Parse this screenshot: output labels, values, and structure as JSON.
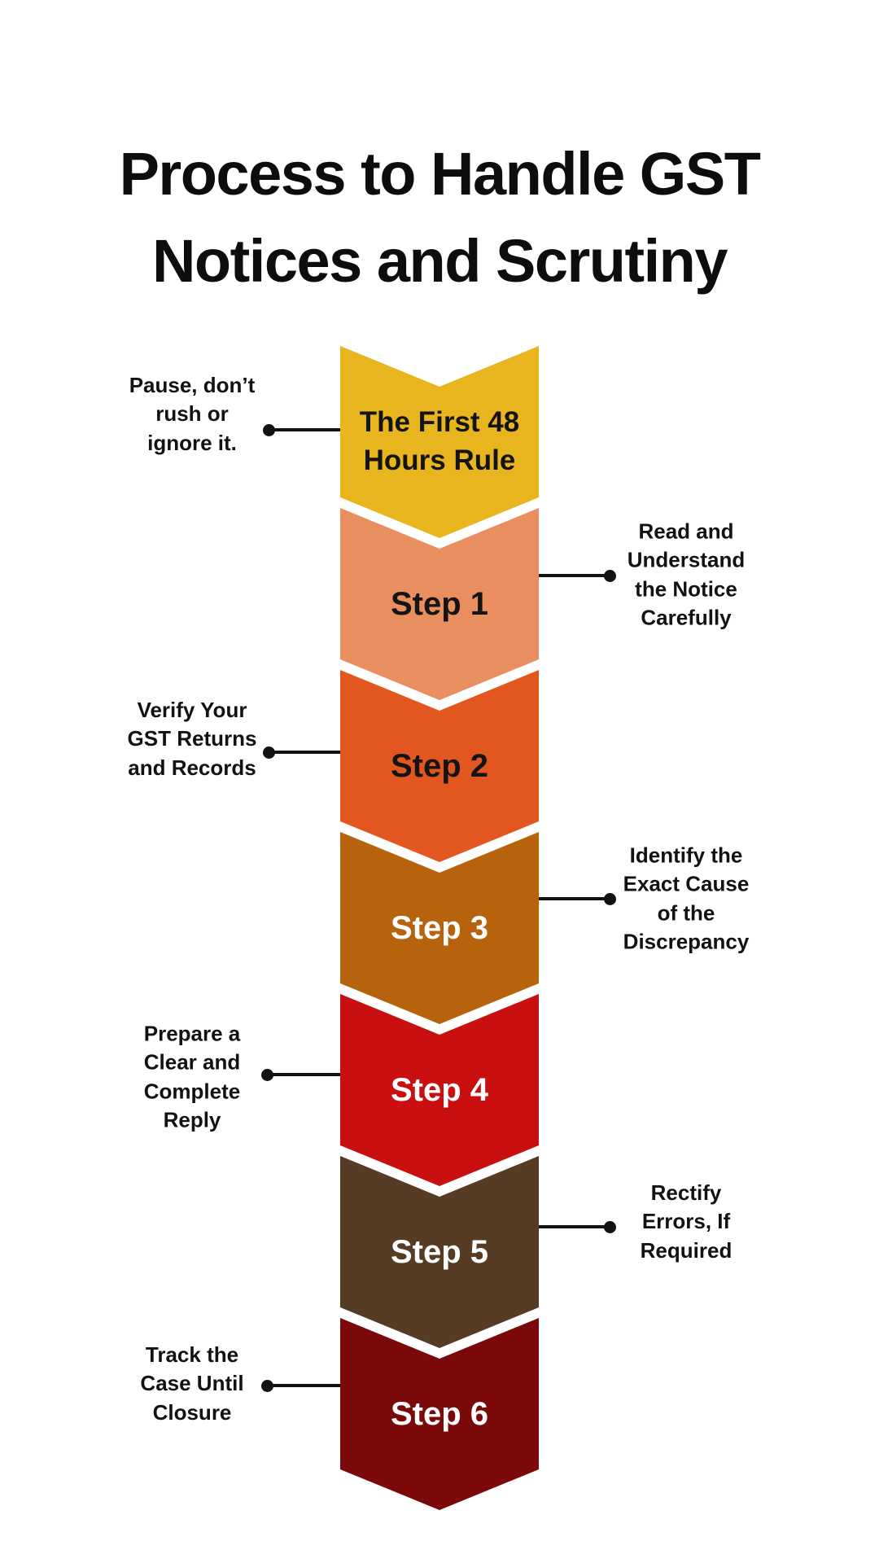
{
  "title": {
    "text": "Process to Handle GST\nNotices and Scrutiny",
    "color": "#0D0D0D"
  },
  "flow": {
    "connector_color": "#121212",
    "steps": [
      {
        "label": "The First 48\nHours Rule",
        "fill": "#E9B51E",
        "text_color": "#141414",
        "annotation": {
          "text": "Pause, don’t\nrush or\nignore it.",
          "side": "left"
        }
      },
      {
        "label": "Step 1",
        "fill": "#E98E5F",
        "text_color": "#141414",
        "annotation": {
          "text": "Read and\nUnderstand\nthe Notice\nCarefully",
          "side": "right"
        }
      },
      {
        "label": "Step 2",
        "fill": "#E2571F",
        "text_color": "#141414",
        "annotation": {
          "text": "Verify Your\nGST Returns\nand Records",
          "side": "left"
        }
      },
      {
        "label": "Step 3",
        "fill": "#B7630D",
        "text_color": "#FFFFFF",
        "annotation": {
          "text": "Identify the\nExact Cause\nof the\nDiscrepancy",
          "side": "right"
        }
      },
      {
        "label": "Step 4",
        "fill": "#C90F10",
        "text_color": "#FFFFFF",
        "annotation": {
          "text": "Prepare a\nClear and\nComplete\nReply",
          "side": "left"
        }
      },
      {
        "label": "Step 5",
        "fill": "#563C24",
        "text_color": "#FFFFFF",
        "annotation": {
          "text": "Rectify\nErrors, If\nRequired",
          "side": "right"
        }
      },
      {
        "label": "Step 6",
        "fill": "#7B0909",
        "text_color": "#FFFFFF",
        "annotation": {
          "text": "Track the\nCase Until\nClosure",
          "side": "left"
        }
      }
    ]
  }
}
